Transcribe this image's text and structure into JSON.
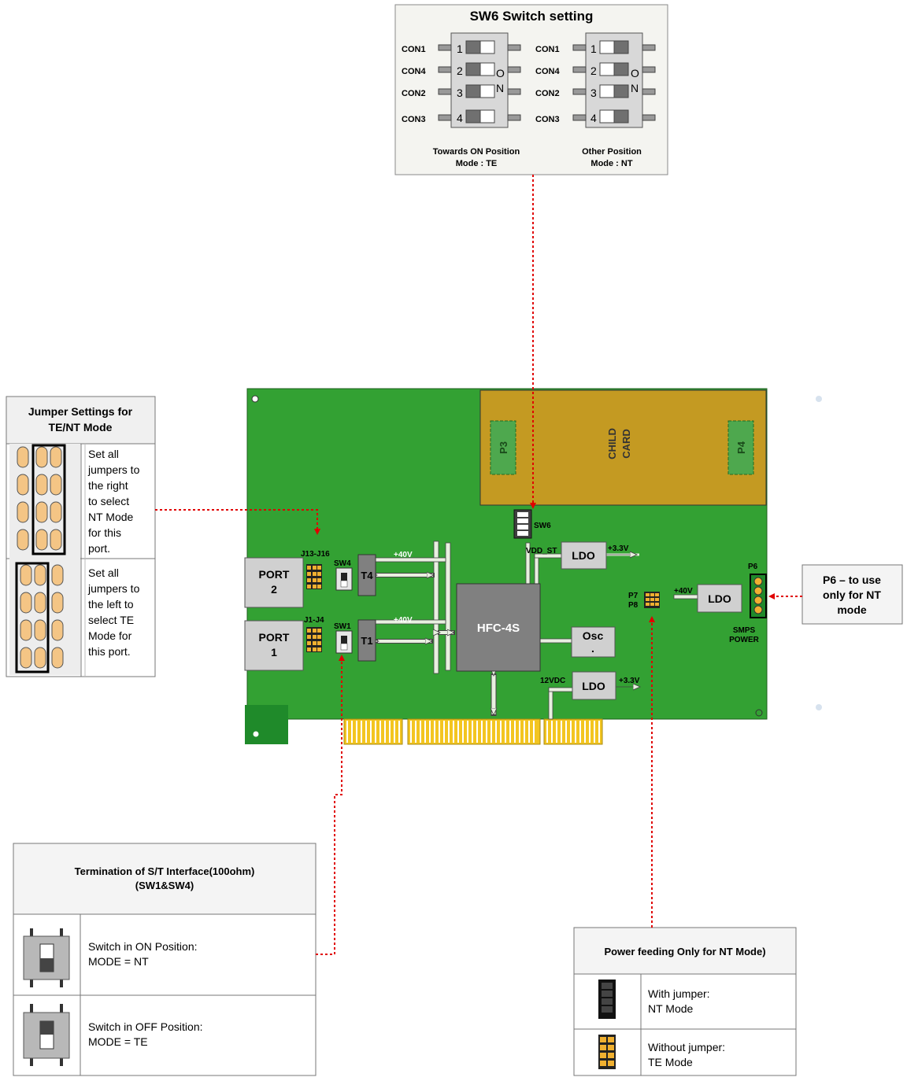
{
  "sw6_panel": {
    "title": "SW6 Switch setting",
    "on_letter_o": "O",
    "on_letter_n": "N",
    "left_caption_line1": "Towards ON Position",
    "left_caption_line2": "Mode : TE",
    "right_caption_line1": "Other Position",
    "right_caption_line2": "Mode : NT",
    "rows": [
      {
        "con": "CON1",
        "num": "1"
      },
      {
        "con": "CON4",
        "num": "2"
      },
      {
        "con": "CON2",
        "num": "3"
      },
      {
        "con": "CON3",
        "num": "4"
      }
    ]
  },
  "jumper_panel": {
    "title_line1": "Jumper Settings for",
    "title_line2": "TE/NT Mode",
    "nt_lines": [
      "Set all",
      "jumpers to",
      "the right",
      "to select",
      "NT Mode",
      "for this",
      "port."
    ],
    "te_lines": [
      "Set all",
      "jumpers to",
      "the left to",
      "select TE",
      "Mode for",
      "this port."
    ]
  },
  "board": {
    "child_card_line1": "CHILD",
    "child_card_line2": "CARD",
    "p3": "P3",
    "p4": "P4",
    "sw6": "SW6",
    "vdd_st": "VDD_ST",
    "ldo": "LDO",
    "v33": "+3.3V",
    "v40": "+40V",
    "v12": "12VDC",
    "port2_line1": "PORT",
    "port2_line2": "2",
    "port1_line1": "PORT",
    "port1_line2": "1",
    "j13": "J13-J16",
    "j1": "J1-J4",
    "sw4": "SW4",
    "sw1": "SW1",
    "t4": "T4",
    "t1": "T1",
    "hfc": "HFC-4S",
    "osc_line1": "Osc",
    "osc_line2": ".",
    "p6": "P6",
    "p7": "P7",
    "p8": "P8",
    "smps_line1": "SMPS",
    "smps_line2": "POWER"
  },
  "p6_note": {
    "line1": "P6 – to use",
    "line2": "only for NT",
    "line3": "mode"
  },
  "termination_panel": {
    "title_line1": "Termination of S/T Interface(100ohm)",
    "title_line2": "(SW1&SW4)",
    "on_line1": "Switch in ON Position:",
    "on_line2": "MODE = NT",
    "off_line1": "Switch in OFF Position:",
    "off_line2": "MODE = TE"
  },
  "power_panel": {
    "title": "Power feeding Only for NT Mode)",
    "with_line1": "With jumper:",
    "with_line2": "NT Mode",
    "without_line1": "Without jumper:",
    "without_line2": "TE Mode"
  },
  "colors": {
    "board_green": "#33a133",
    "child_card": "#c49a22",
    "chip_gray": "#808080",
    "box_gray": "#d0d0d0",
    "jumper_orange": "#f4c585",
    "connector_yellow": "#f0c020",
    "leader_red": "#e00000"
  }
}
